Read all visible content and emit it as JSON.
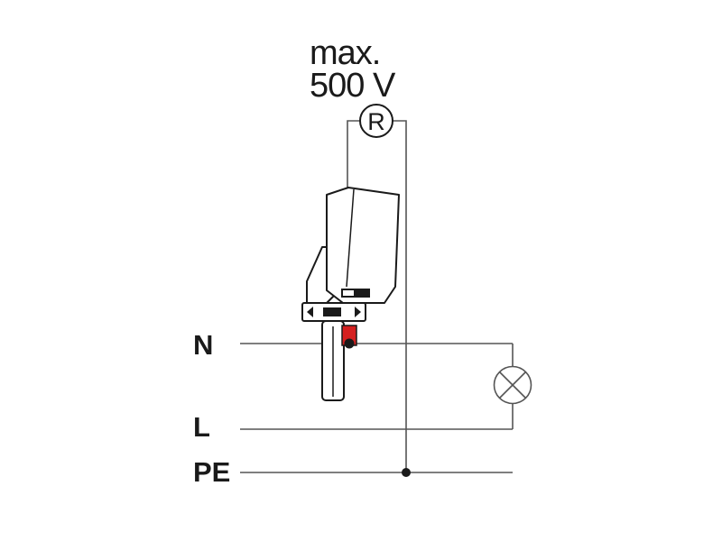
{
  "voltage_label": {
    "line1": "max.",
    "line2": "500 V"
  },
  "resistor_label": "R",
  "rails": {
    "n": "N",
    "l": "L",
    "pe": "PE"
  },
  "colors": {
    "wire": "#555555",
    "outline": "#1a1a1a",
    "contact_red": "#d42020"
  },
  "icons": {
    "resistor": "circle-R-symbol",
    "lamp": "circle-cross-lamp-symbol",
    "tester": "voltage-tester-device",
    "junction": "filled-dot"
  }
}
